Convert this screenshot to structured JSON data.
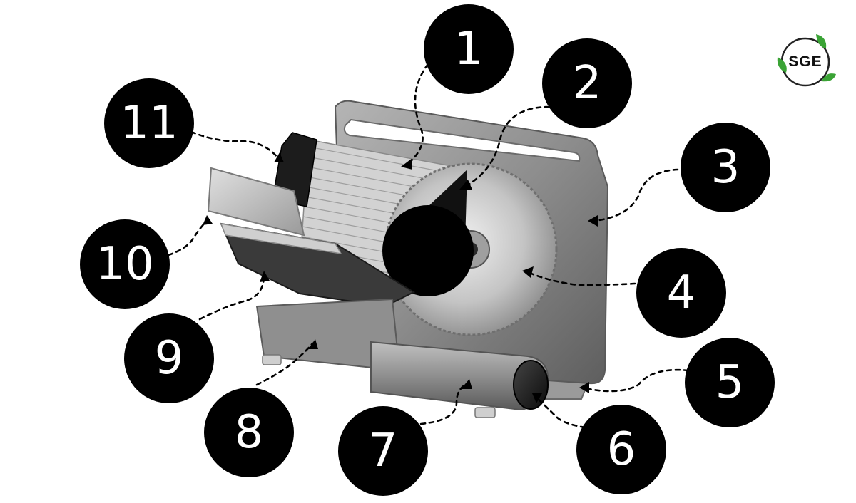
{
  "markers": [
    {
      "id": "1",
      "label": "1"
    },
    {
      "id": "2",
      "label": "2"
    },
    {
      "id": "3",
      "label": "3"
    },
    {
      "id": "4",
      "label": "4"
    },
    {
      "id": "5",
      "label": "5"
    },
    {
      "id": "6",
      "label": "6"
    },
    {
      "id": "7",
      "label": "7"
    },
    {
      "id": "8",
      "label": "8"
    },
    {
      "id": "9",
      "label": "9"
    },
    {
      "id": "10",
      "label": "10"
    },
    {
      "id": "11",
      "label": "11"
    }
  ],
  "logo": {
    "text": "SGE",
    "accent_color": "#3aa335"
  },
  "colors": {
    "marker_fill": "#000000",
    "marker_text": "#ffffff",
    "leader_line": "#000000",
    "metal": "#8c8c8c"
  }
}
